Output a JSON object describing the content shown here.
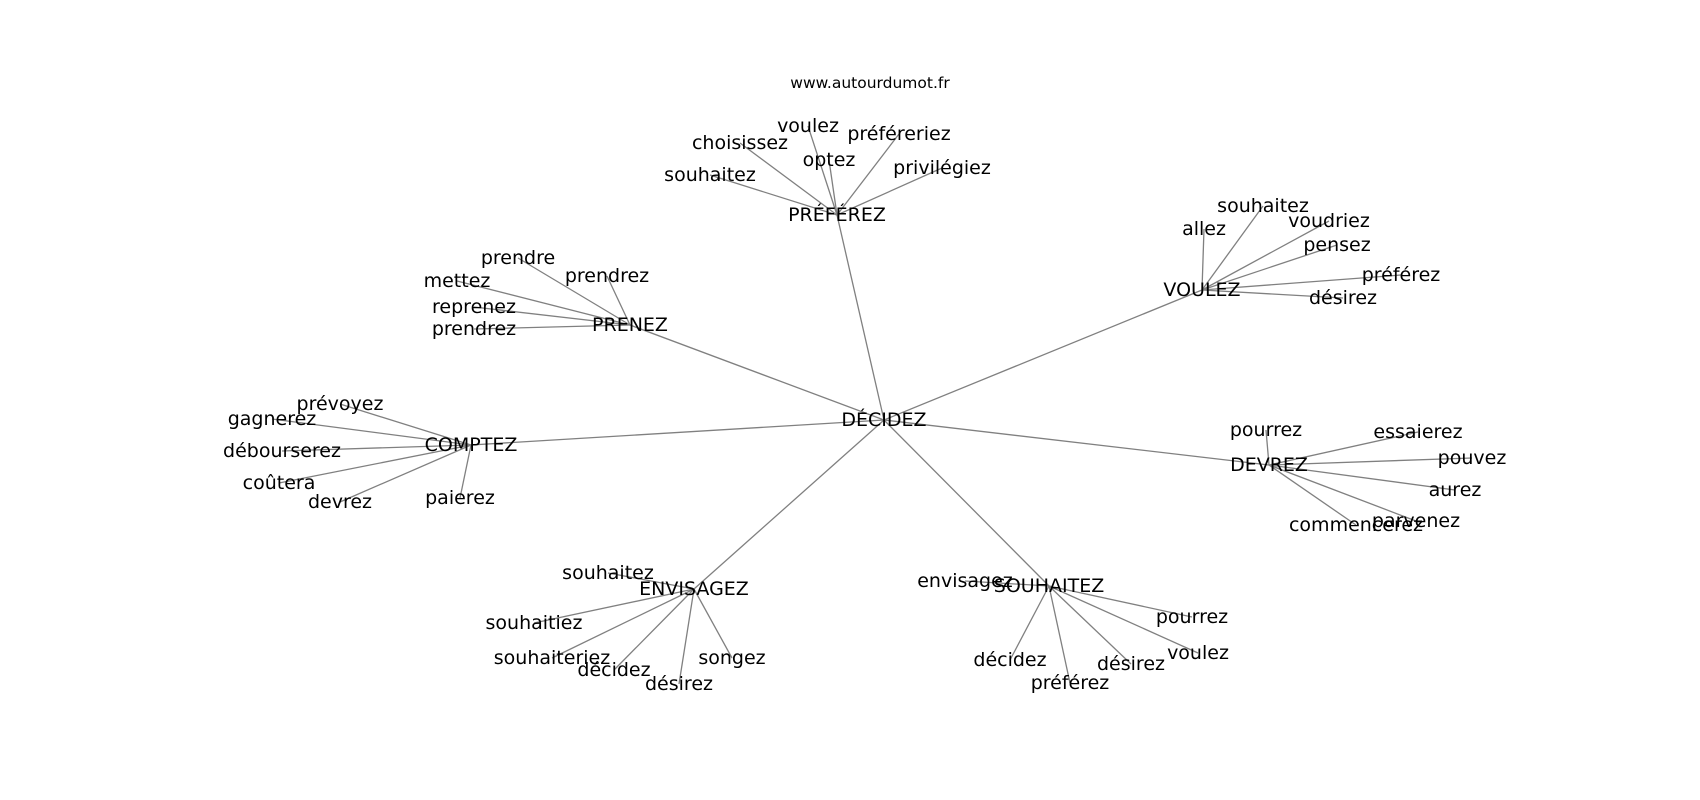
{
  "site": "www.autourdumot.fr",
  "center": "DÉCIDEZ",
  "hubs": [
    {
      "label": "PRÉFÉREZ",
      "leaves": [
        "souhaitez",
        "choisissez",
        "voulez",
        "optez",
        "préféreriez",
        "privilégiez"
      ]
    },
    {
      "label": "VOULEZ",
      "leaves": [
        "allez",
        "souhaitez",
        "voudriez",
        "pensez",
        "préférez",
        "désirez"
      ]
    },
    {
      "label": "PRENEZ",
      "leaves": [
        "prendre",
        "prendrez",
        "mettez",
        "reprenez",
        "prendrez"
      ]
    },
    {
      "label": "COMPTEZ",
      "leaves": [
        "prévoyez",
        "gagnerez",
        "débourserez",
        "coûtera",
        "devrez",
        "paierez"
      ]
    },
    {
      "label": "DEVREZ",
      "leaves": [
        "pourrez",
        "essaierez",
        "pouvez",
        "aurez",
        "parvenez",
        "commencerez"
      ]
    },
    {
      "label": "ENVISAGEZ",
      "leaves": [
        "souhaitez",
        "souhaitiez",
        "souhaiteriez",
        "décidez",
        "désirez",
        "songez"
      ]
    },
    {
      "label": "SOUHAITEZ",
      "leaves": [
        "envisagez",
        "pourrez",
        "voulez",
        "désirez",
        "préférez",
        "décidez"
      ]
    }
  ]
}
